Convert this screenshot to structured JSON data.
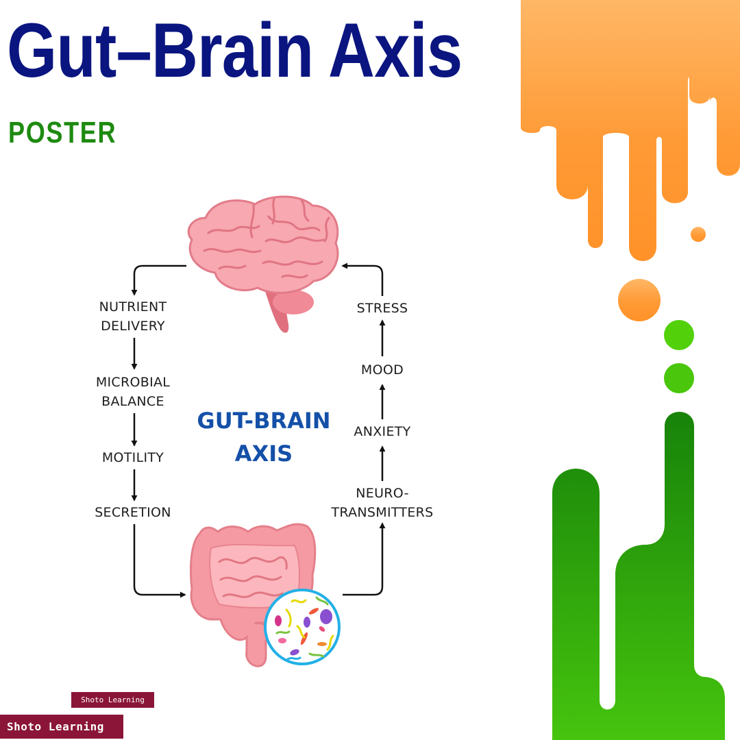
{
  "title": "Gut–Brain Axis",
  "subtitle": "POSTER",
  "diagram": {
    "center_label_line1": "GUT-BRAIN",
    "center_label_line2": "AXIS",
    "brain_to_gut_path": [
      "NUTRIENT DELIVERY",
      "MICROBIAL BALANCE",
      "MOTILITY",
      "SECRETION"
    ],
    "gut_to_brain_path": [
      "NEUROTRANSMITTERS",
      "ANXIETY",
      "MOOD",
      "STRESS"
    ],
    "nodes": {
      "nutrient_delivery_1": "NUTRIENT",
      "nutrient_delivery_2": "DELIVERY",
      "microbial_balance_1": "MICROBIAL",
      "microbial_balance_2": "BALANCE",
      "motility": "MOTILITY",
      "secretion": "SECRETION",
      "neurotransmitters_1": "NEURO-",
      "neurotransmitters_2": "TRANSMITTERS",
      "anxiety": "ANXIETY",
      "mood": "MOOD",
      "stress": "STRESS"
    }
  },
  "branding": {
    "small": "Shoto Learning",
    "large": "Shoto Learning"
  },
  "colors": {
    "title": "#0a1580",
    "subtitle": "#1d8a10",
    "center_label": "#1450a8",
    "orange_drip": "#ff9a35",
    "green_drip": "#2a9a0e",
    "brand_tag": "#8a1538",
    "organ_pink": "#f7a1a8"
  },
  "icons": [
    "brain-icon",
    "intestines-icon",
    "microbes-icon"
  ]
}
